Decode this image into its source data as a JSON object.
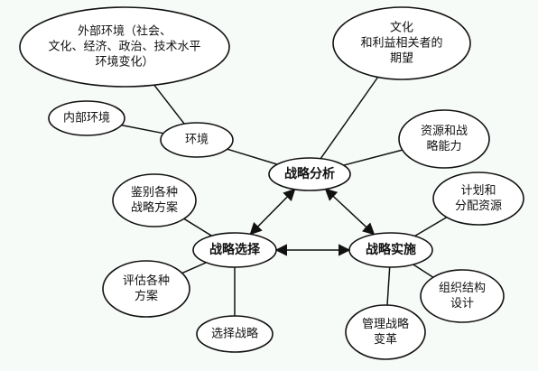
{
  "nodes": {
    "external_env": {
      "lines": [
        "外部环境（社会、",
        "文化、经济、政治、技术水平",
        "环境变化）"
      ]
    },
    "culture": {
      "lines": [
        "文化",
        "和利益相关者的",
        "期望"
      ]
    },
    "internal_env": {
      "lines": [
        "内部环境"
      ]
    },
    "environment": {
      "lines": [
        "环境"
      ]
    },
    "resources": {
      "lines": [
        "资源和战",
        "略能力"
      ]
    },
    "analysis": {
      "lines": [
        "战略分析"
      ]
    },
    "identify": {
      "lines": [
        "鉴别各种",
        "战略方案"
      ]
    },
    "plan": {
      "lines": [
        "计划和",
        "分配资源"
      ]
    },
    "choice": {
      "lines": [
        "战略选择"
      ]
    },
    "implementation": {
      "lines": [
        "战略实施"
      ]
    },
    "evaluate": {
      "lines": [
        "评估各种",
        "方案"
      ]
    },
    "org": {
      "lines": [
        "组织结构",
        "设计"
      ]
    },
    "manage_change": {
      "lines": [
        "管理战略",
        "变革"
      ]
    },
    "select": {
      "lines": [
        "选择战略"
      ]
    }
  },
  "edges": [
    {
      "from": "external_env",
      "to": "environment",
      "arrows": "none"
    },
    {
      "from": "internal_env",
      "to": "environment",
      "arrows": "none"
    },
    {
      "from": "environment",
      "to": "analysis",
      "arrows": "none"
    },
    {
      "from": "culture",
      "to": "analysis",
      "arrows": "none"
    },
    {
      "from": "resources",
      "to": "analysis",
      "arrows": "none"
    },
    {
      "from": "analysis",
      "to": "choice",
      "arrows": "both"
    },
    {
      "from": "analysis",
      "to": "implementation",
      "arrows": "both"
    },
    {
      "from": "choice",
      "to": "implementation",
      "arrows": "both"
    },
    {
      "from": "identify",
      "to": "choice",
      "arrows": "none"
    },
    {
      "from": "evaluate",
      "to": "choice",
      "arrows": "none"
    },
    {
      "from": "select",
      "to": "choice",
      "arrows": "none"
    },
    {
      "from": "plan",
      "to": "implementation",
      "arrows": "none"
    },
    {
      "from": "org",
      "to": "implementation",
      "arrows": "none"
    },
    {
      "from": "manage_change",
      "to": "implementation",
      "arrows": "none"
    }
  ]
}
